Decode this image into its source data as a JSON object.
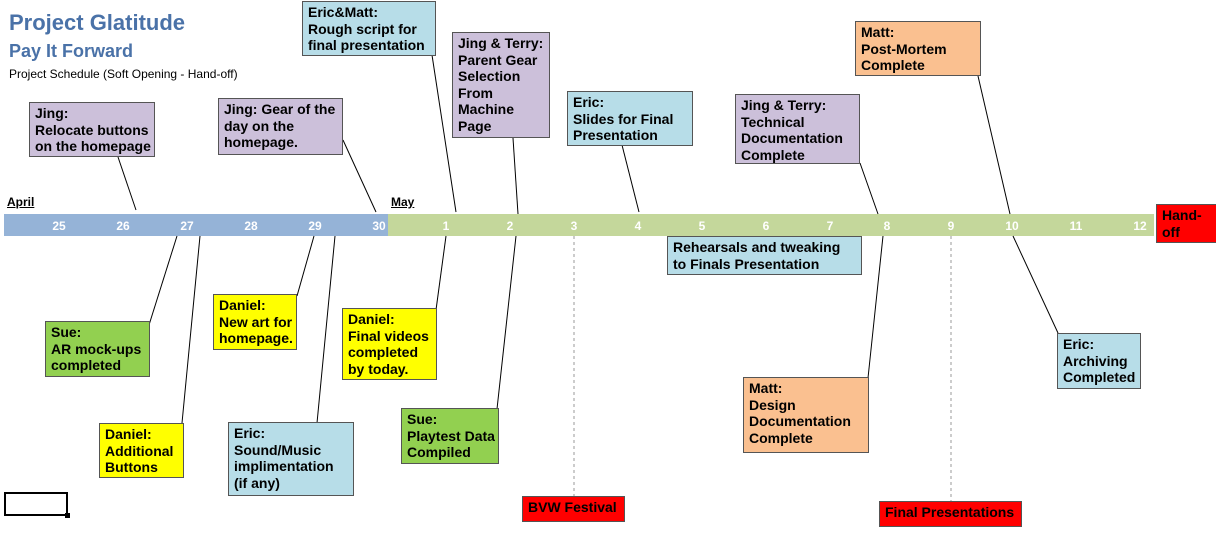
{
  "header": {
    "title": "Project Glatitude",
    "subtitle": "Pay It Forward",
    "caption": "Project Schedule (Soft Opening - Hand-off)"
  },
  "timeline": {
    "months": {
      "april": "April",
      "may": "May"
    },
    "april_days": [
      "25",
      "26",
      "27",
      "28",
      "29",
      "30"
    ],
    "may_days": [
      "1",
      "2",
      "3",
      "4",
      "5",
      "6",
      "7",
      "8",
      "9",
      "10",
      "11",
      "12"
    ]
  },
  "notes": {
    "jing_relocate": "Jing:\nRelocate buttons\non the homepage",
    "jing_gear_of_day": "Jing: Gear of the\nday on the\nhomepage.",
    "eric_matt_script": "Eric&Matt:\nRough script for\nfinal presentation",
    "jing_terry_parent_gear": "Jing & Terry:\nParent Gear\nSelection\nFrom\nMachine\nPage",
    "eric_slides": "Eric:\nSlides for Final\nPresentation",
    "jing_terry_tech_doc": "Jing & Terry:\nTechnical\nDocumentation\nComplete",
    "matt_postmortem": "Matt:\nPost-Mortem\nComplete",
    "hand_off": "Hand-off\nClient",
    "rehearsals": "Rehearsals and tweaking\nto Finals Presentation",
    "sue_ar": "Sue:\nAR mock-ups\ncompleted",
    "daniel_new_art": "Daniel:\nNew art for\nhomepage.",
    "daniel_videos": "Daniel:\nFinal videos\ncompleted\nby today.",
    "daniel_buttons": "Daniel:\nAdditional\nButtons",
    "eric_sound": "Eric:\nSound/Music\nimplimentation\n(if any)",
    "sue_playtest": "Sue:\nPlaytest Data\nCompiled",
    "bvw_festival": "BVW Festival",
    "matt_design_doc": "Matt:\nDesign\nDocumentation\nComplete",
    "final_presentations": "Final Presentations",
    "eric_archiving": "Eric:\nArchiving\nCompleted"
  },
  "colors": {
    "april_bar": "#95b3d7",
    "may_bar": "#c4d79b",
    "title": "#4a72a8",
    "purple_note": "#ccc0da",
    "blue_note": "#b7dde8",
    "orange_note": "#fac090",
    "yellow_note": "#ffff00",
    "green_note": "#92d050",
    "red_event": "#ff0000"
  }
}
